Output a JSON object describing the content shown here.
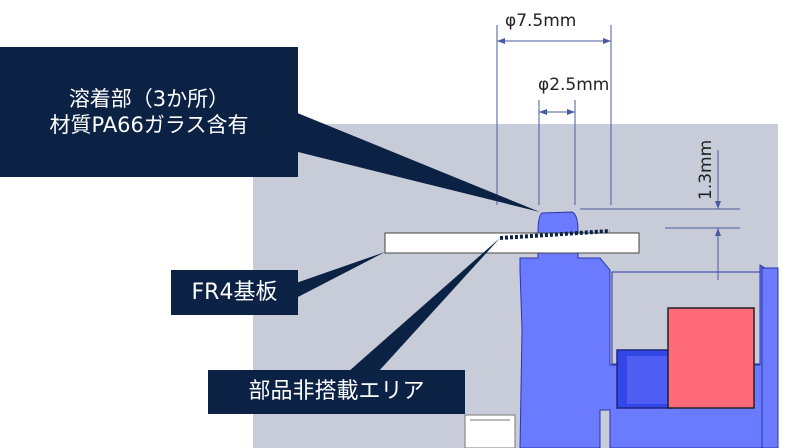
{
  "callouts": {
    "welded_line1": "溶着部（3か所）",
    "welded_line2": "材質PA66ガラス含有",
    "fr4": "FR4基板",
    "no_mount": "部品非搭載エリア"
  },
  "dimensions": {
    "outer_diameter": "φ7.5mm",
    "pin_diameter": "φ2.5mm",
    "height": "1.3mm"
  },
  "colors": {
    "callout_bg": "#0b2244",
    "housing_bg": "#c8ccd9",
    "plastic_blue": "#6b7bff",
    "component_red": "#ff6b78",
    "component_blue": "#3346e6"
  }
}
